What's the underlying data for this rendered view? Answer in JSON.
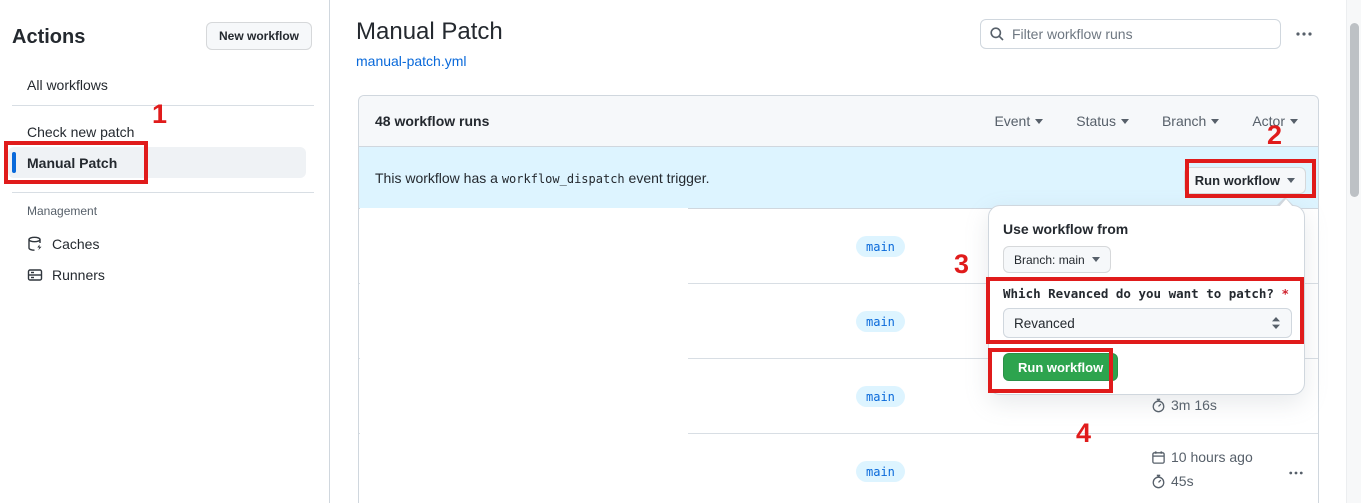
{
  "sidebar": {
    "title": "Actions",
    "new_workflow_button": "New workflow",
    "items": [
      {
        "label": "All workflows"
      },
      {
        "label": "Check new patch"
      },
      {
        "label": "Manual Patch",
        "selected": true
      }
    ],
    "management": {
      "heading": "Management",
      "items": [
        {
          "label": "Caches",
          "icon": "cache-icon"
        },
        {
          "label": "Runners",
          "icon": "runners-icon"
        }
      ]
    }
  },
  "header": {
    "title": "Manual Patch",
    "file_link": "manual-patch.yml",
    "filter_placeholder": "Filter workflow runs",
    "kebab_icon": "kebab-horizontal-icon"
  },
  "runs_table": {
    "summary": "48 workflow runs",
    "filters": [
      {
        "label": "Event"
      },
      {
        "label": "Status"
      },
      {
        "label": "Branch"
      },
      {
        "label": "Actor"
      }
    ],
    "banner": {
      "text_before": "This workflow has a",
      "code": "workflow_dispatch",
      "text_after": "event trigger.",
      "run_button": "Run workflow"
    },
    "rows": [
      {
        "branch": "main"
      },
      {
        "branch": "main"
      },
      {
        "branch": "main",
        "duration": "3m 16s"
      },
      {
        "branch": "main",
        "time": "10 hours ago",
        "duration": "45s"
      }
    ]
  },
  "run_dialog": {
    "heading": "Use workflow from",
    "branch_select": "Branch: main",
    "input_label": "Which Revanced do you want to patch?",
    "required_mark": "*",
    "input_value": "Revanced",
    "submit_button": "Run workflow"
  },
  "annotations": {
    "color": "#e01b1b",
    "steps": [
      "1",
      "2",
      "3",
      "4"
    ]
  },
  "colors": {
    "link_blue": "#0969da",
    "banner_bg": "#ddf4ff",
    "badge_bg": "#ddf4ff",
    "badge_text": "#0969da",
    "button_green": "#2da44e",
    "annotation_red": "#e01b1b",
    "header_bg": "#f6f8fa"
  }
}
